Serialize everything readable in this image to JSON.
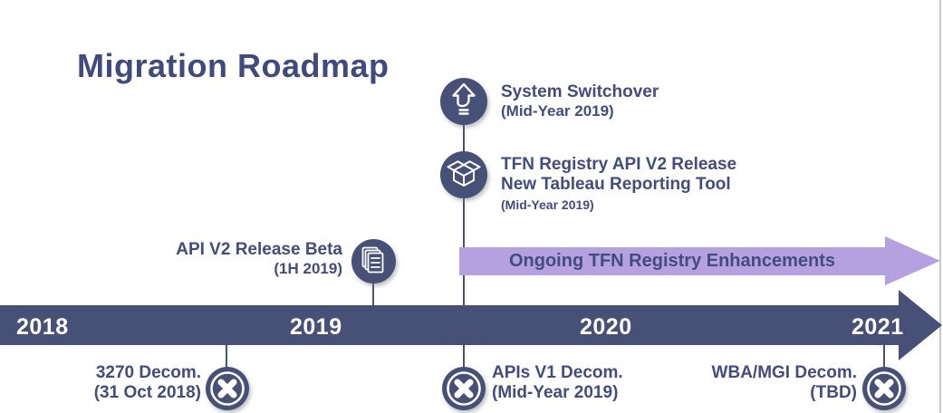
{
  "title": "Migration Roadmap",
  "colors": {
    "navy": "#475178",
    "text_navy": "#414d7d",
    "purple": "#b5a1e0",
    "year_text": "#ffffff",
    "edge_line_gray": "#c8c8cc"
  },
  "timeline": {
    "years": [
      "2018",
      "2019",
      "2020",
      "2021"
    ]
  },
  "ongoing_arrow": {
    "label": "Ongoing TFN Registry Enhancements"
  },
  "milestones_above": [
    {
      "icon": "upload-arrow-icon",
      "title": "System Switchover",
      "subtitle": "(Mid-Year 2019)"
    },
    {
      "icon": "open-box-icon",
      "title": "TFN Registry API V2 Release",
      "title2": "New Tableau Reporting Tool",
      "subtitle": "(Mid-Year 2019)"
    },
    {
      "icon": "stacked-documents-icon",
      "title": "API V2 Release Beta",
      "subtitle": "(1H 2019)"
    }
  ],
  "milestones_below": [
    {
      "icon": "x-circle-icon",
      "title": "3270 Decom.",
      "subtitle": "(31 Oct 2018)"
    },
    {
      "icon": "x-circle-icon",
      "title": "APIs V1 Decom.",
      "subtitle": "(Mid-Year 2019)"
    },
    {
      "icon": "x-circle-icon",
      "title": "WBA/MGI Decom.",
      "subtitle": "(TBD)"
    }
  ]
}
